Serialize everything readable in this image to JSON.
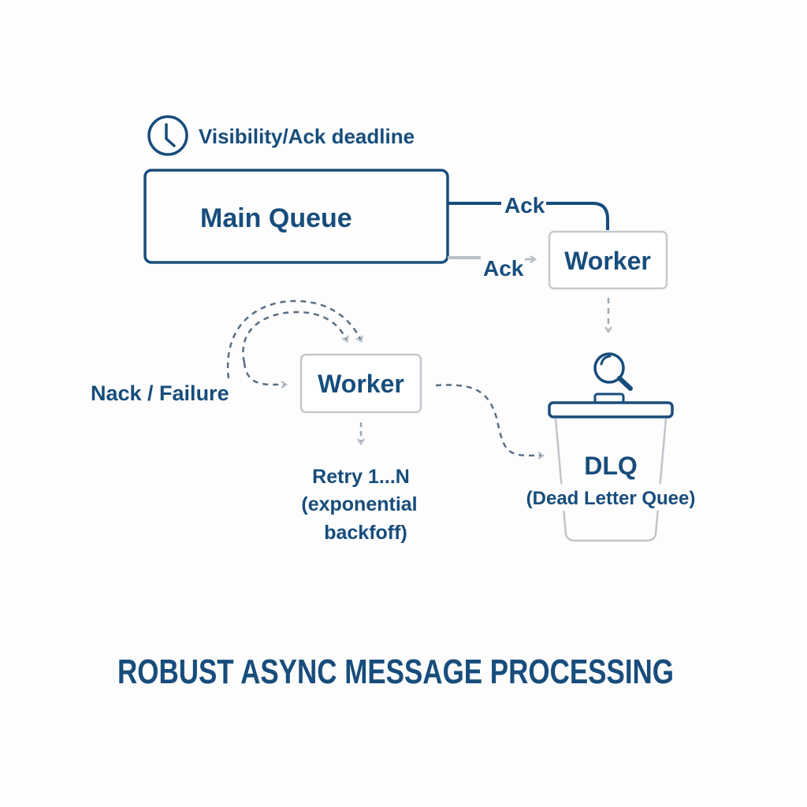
{
  "title": "ROBUST ASYNC MESSAGE PROCESSING",
  "deadline_label": "Visibility/Ack deadline",
  "main_queue": {
    "label": "Main Queue"
  },
  "ack_top": "Ack",
  "ack_bottom": "Ack",
  "worker_top": {
    "label": "Worker"
  },
  "worker_mid": {
    "label": "Worker"
  },
  "nack_label": "Nack / Failure",
  "retry": {
    "line1": "Retry 1...N",
    "line2": "(exponential",
    "line3": "backfoff)"
  },
  "dlq": {
    "line1": "DLQ",
    "line2": "(Dead Letter Quee)"
  },
  "icons": {
    "deadline": "clock-icon",
    "dlq": "magnifier-icon",
    "bin": "bin-icon"
  },
  "colors": {
    "primary": "#174d7c",
    "secondary": "#b9c0c8",
    "dashed": "#5a6f83",
    "background": "#fdfdfd"
  }
}
